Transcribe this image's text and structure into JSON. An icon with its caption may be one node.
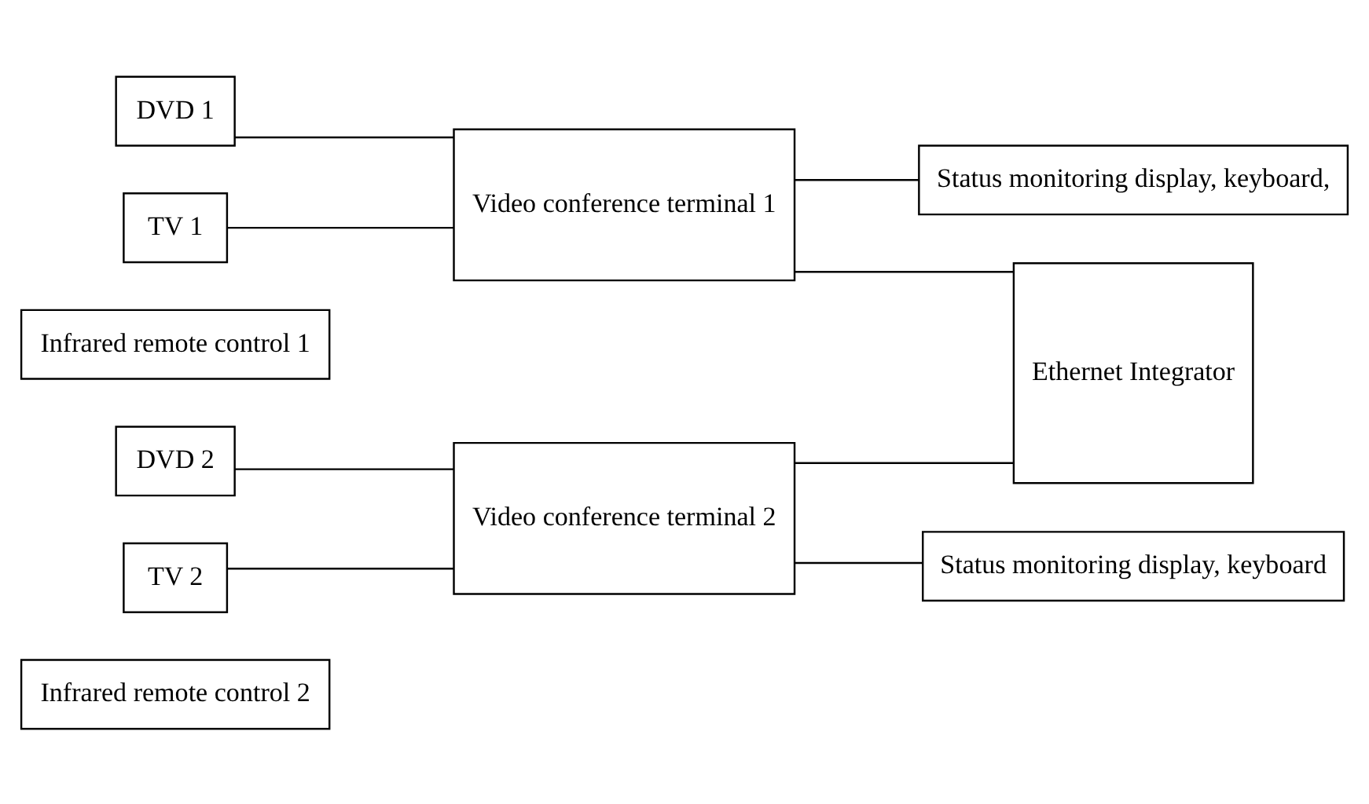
{
  "diagram": {
    "nodes": [
      {
        "text": [
          "DVD 1"
        ]
      },
      {
        "text": [
          "TV 1"
        ]
      },
      {
        "text": [
          "Infrared remote control 1"
        ]
      },
      {
        "text": [
          "Video conference terminal 1"
        ]
      },
      {
        "text": [
          "Status monitoring display, keyboard,"
        ]
      },
      {
        "text": [
          "Ethernet Integrator"
        ]
      },
      {
        "text": [
          "DVD 2"
        ]
      },
      {
        "text": [
          "TV 2"
        ]
      },
      {
        "text": [
          "Infrared remote control 2"
        ]
      },
      {
        "text": [
          "Video conference terminal 2"
        ]
      },
      {
        "text": [
          "Status monitoring display, keyboard"
        ]
      }
    ],
    "edges": [
      {
        "from": 0,
        "to": 3,
        "arrow": "none"
      },
      {
        "from": 1,
        "to": 3,
        "arrow": "none"
      },
      {
        "from": 3,
        "to": 4,
        "arrow": "none"
      },
      {
        "from": 3,
        "to": 5,
        "arrow": "none"
      },
      {
        "from": 6,
        "to": 9,
        "arrow": "none"
      },
      {
        "from": 7,
        "to": 9,
        "arrow": "none"
      },
      {
        "from": 9,
        "to": 10,
        "arrow": "none"
      },
      {
        "from": 9,
        "to": 5,
        "arrow": "none"
      }
    ]
  }
}
